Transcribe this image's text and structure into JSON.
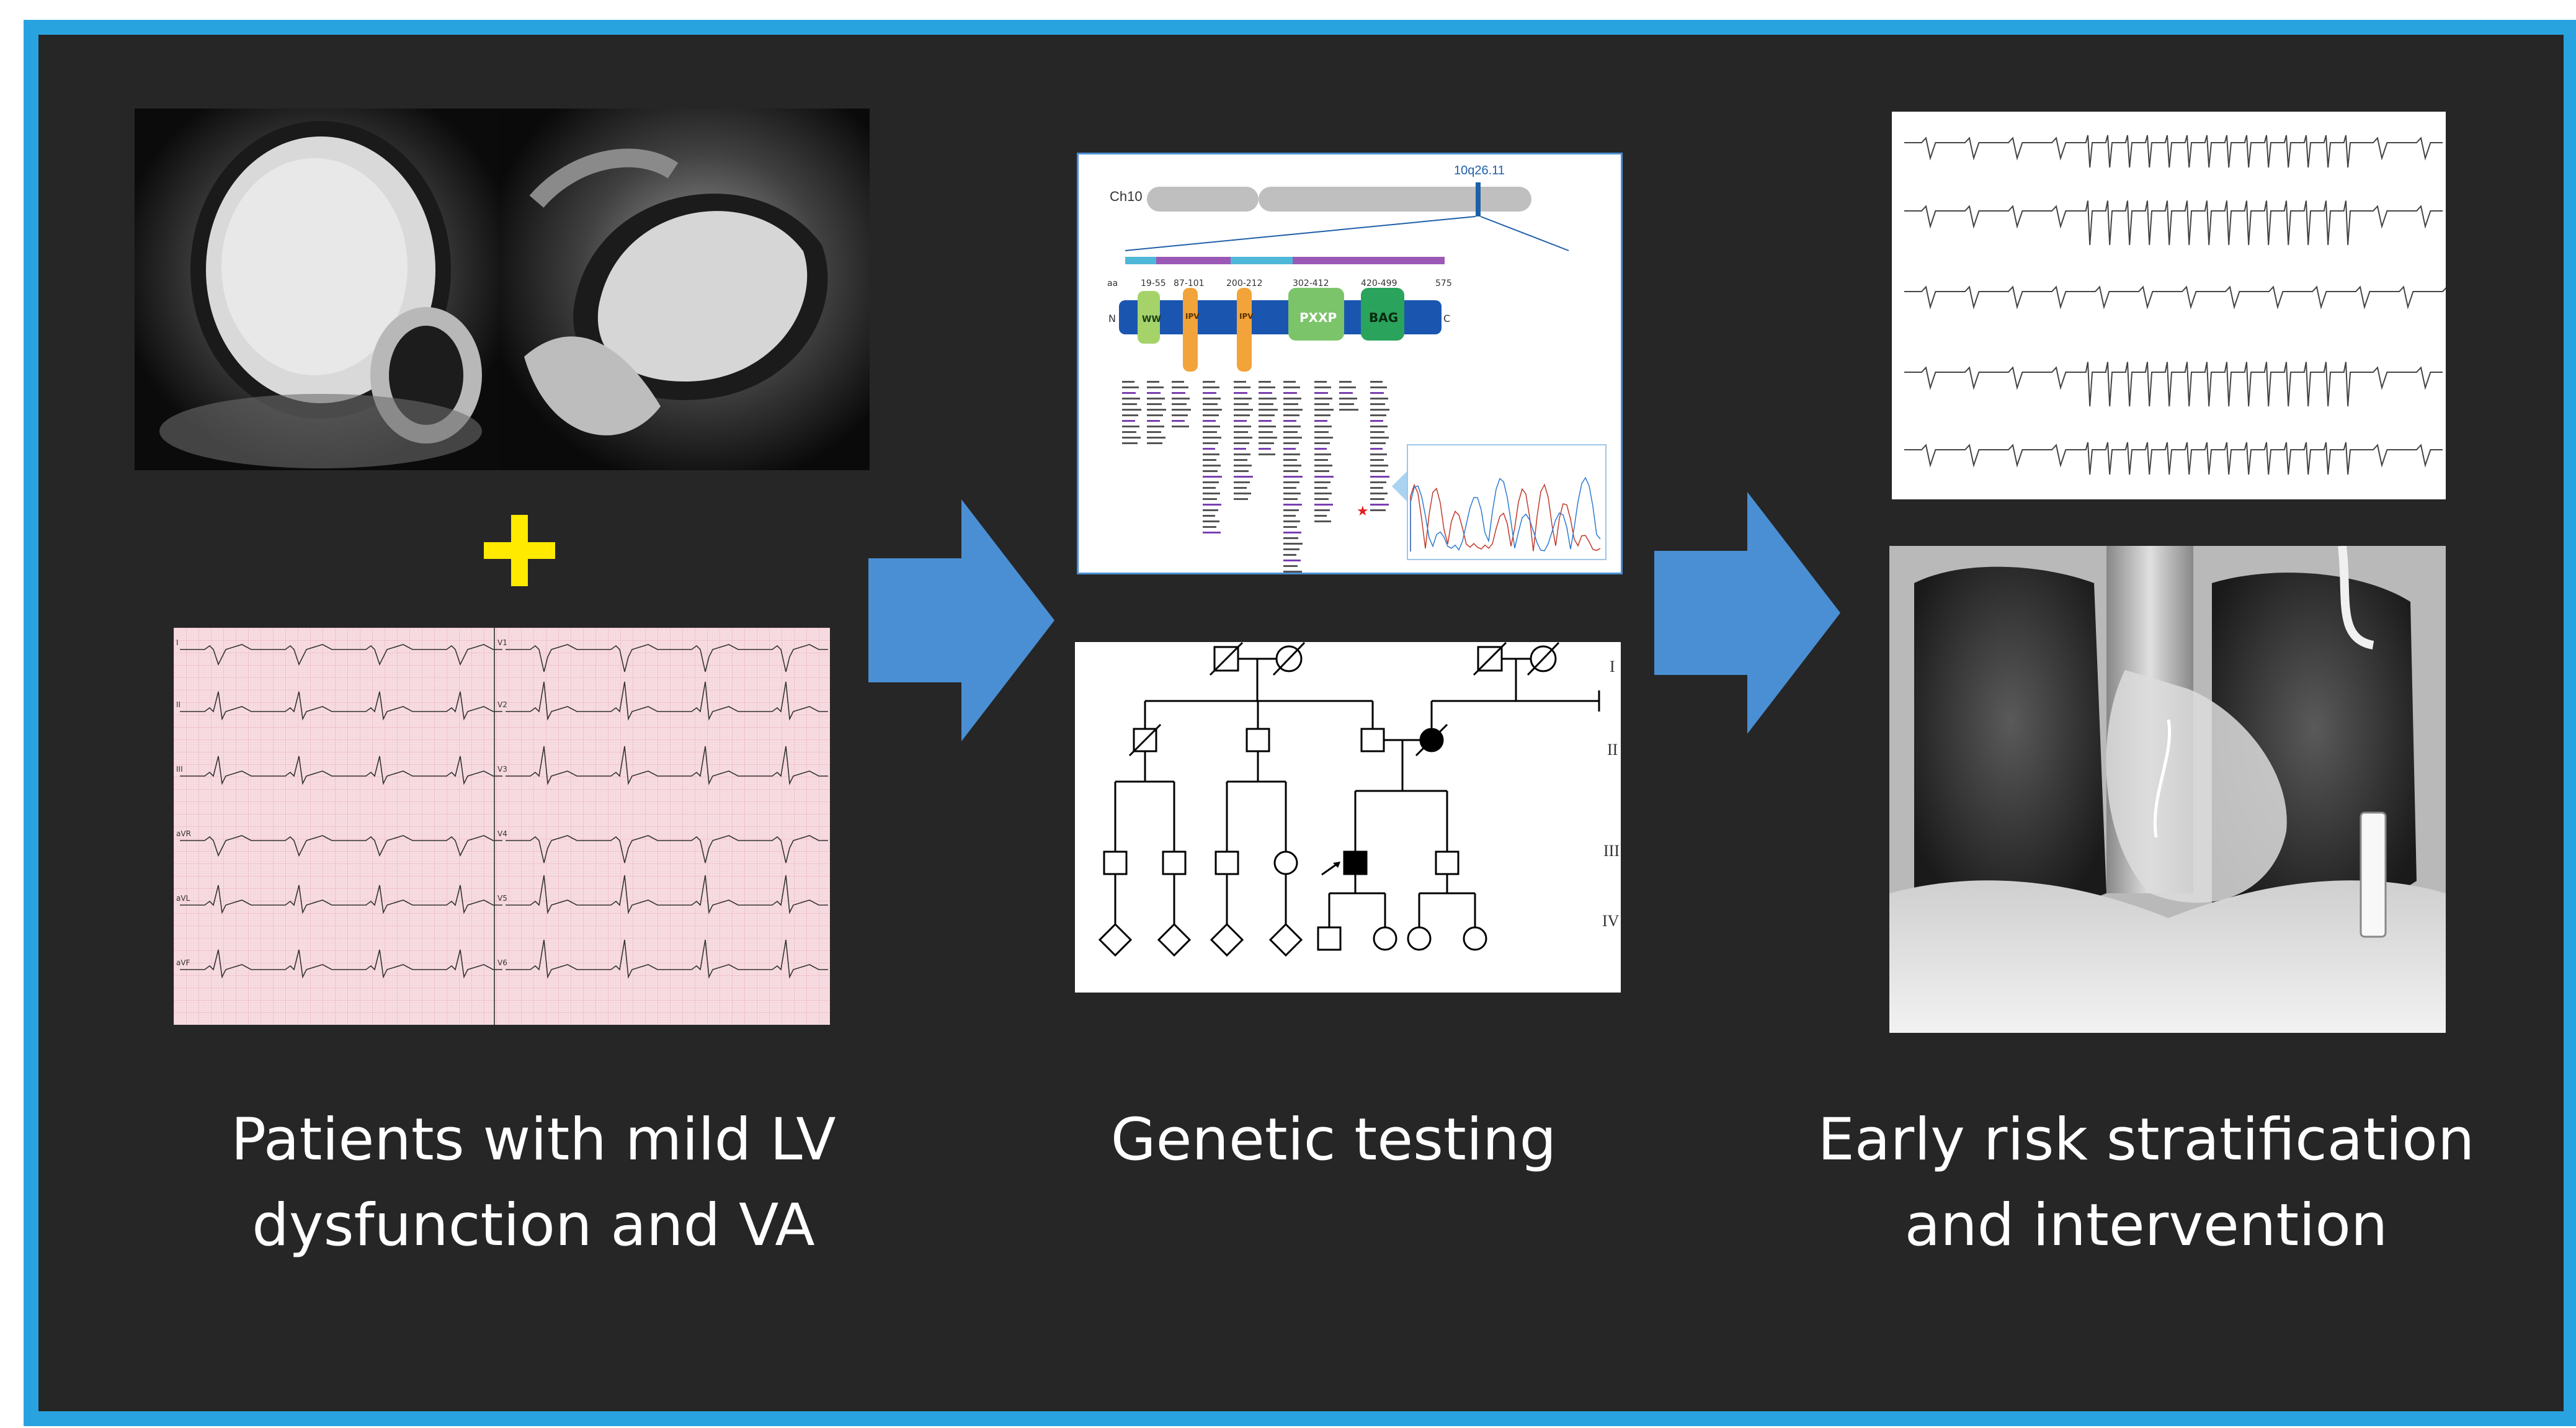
{
  "captions": {
    "left": [
      "Patients with mild LV",
      "dysfunction and VA"
    ],
    "middle": "Genetic testing",
    "right": [
      "Early risk stratification",
      "and intervention"
    ]
  },
  "ecg12": {
    "leads_left": [
      "I",
      "II",
      "III",
      "aVR",
      "aVL",
      "aVF"
    ],
    "leads_right": [
      "V1",
      "V2",
      "V3",
      "V4",
      "V5",
      "V6"
    ]
  },
  "gene": {
    "chromosome": "Ch10",
    "locus": "10q26.11",
    "aa_label": "aa",
    "n_term": "N",
    "c_term": "C",
    "length": "575",
    "domains": [
      {
        "name": "WW",
        "range": "19-55"
      },
      {
        "name": "IPV",
        "range": "87-101"
      },
      {
        "name": "IPV",
        "range": "200-212"
      },
      {
        "name": "PXXP",
        "range": "302-412"
      },
      {
        "name": "BAG",
        "range": "420-499"
      }
    ]
  },
  "pedigree": {
    "generations": [
      "I",
      "II",
      "III",
      "IV"
    ]
  },
  "colors": {
    "border": "#29a3e0",
    "background": "#262626",
    "arrow": "#4a8fd4",
    "plus": "#ffea00",
    "ecg_paper": "#f7dde2"
  },
  "icons": {
    "plus": "plus-icon",
    "arrow": "arrow-right-icon"
  }
}
